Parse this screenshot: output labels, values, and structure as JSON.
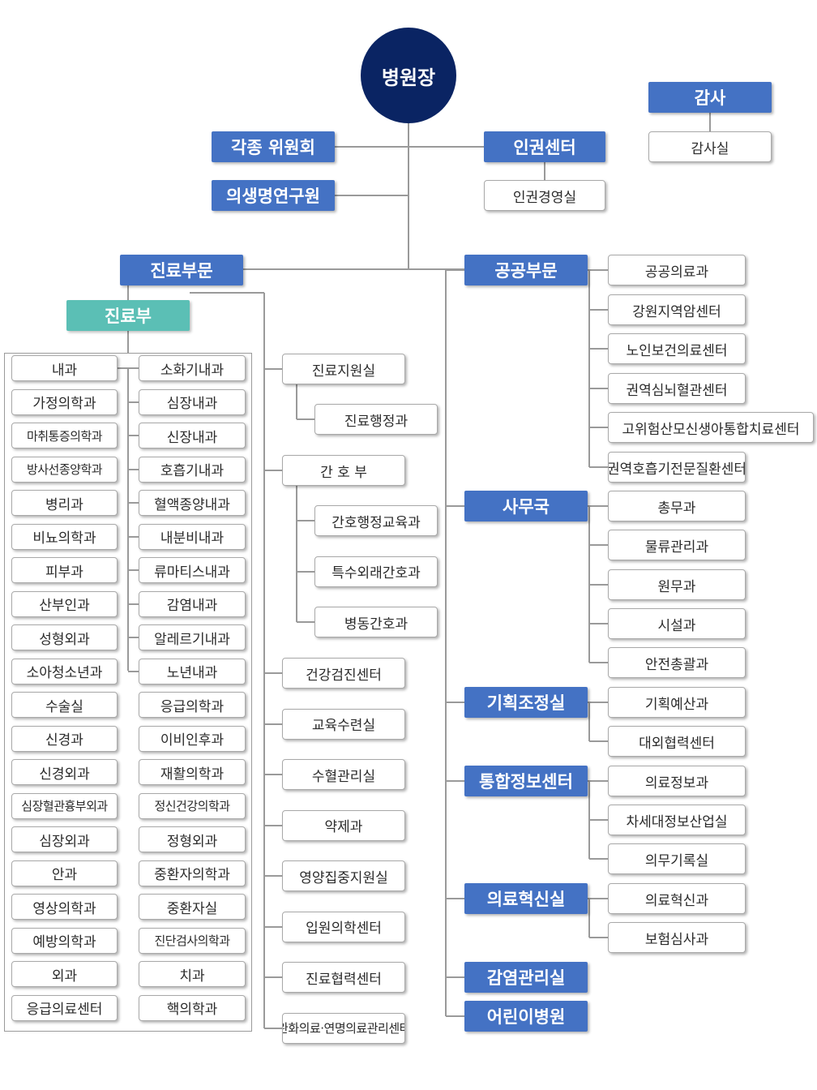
{
  "top": {
    "director": "병원장",
    "committees": "각종 위원회",
    "bioethics": "의생명연구원",
    "human_rights_center": "인권센터",
    "human_rights_office": "인권경영실",
    "audit": "감사",
    "audit_office": "감사실"
  },
  "medical": {
    "division": "진료부문",
    "department": "진료부",
    "left_column": [
      "내과",
      "가정의학과",
      "마취통증의학과",
      "방사선종양학과",
      "병리과",
      "비뇨의학과",
      "피부과",
      "산부인과",
      "성형외과",
      "소아청소년과",
      "수술실",
      "신경과",
      "신경외과",
      "심장혈관흉부외과",
      "심장외과",
      "안과",
      "영상의학과",
      "예방의학과",
      "외과",
      "응급의료센터"
    ],
    "right_column": [
      "소화기내과",
      "심장내과",
      "신장내과",
      "호흡기내과",
      "혈액종양내과",
      "내분비내과",
      "류마티스내과",
      "감염내과",
      "알레르기내과",
      "노년내과",
      "응급의학과",
      "이비인후과",
      "재활의학과",
      "정신건강의학과",
      "정형외과",
      "중환자의학과",
      "중환자실",
      "진단검사의학과",
      "치과",
      "핵의학과"
    ],
    "support": {
      "office": "진료지원실",
      "admin": "진료행정과"
    },
    "nursing": {
      "dept": "간 호 부",
      "subs": [
        "간호행정교육과",
        "특수외래간호과",
        "병동간호과"
      ]
    },
    "others": [
      "건강검진센터",
      "교육수련실",
      "수혈관리실",
      "약제과",
      "영양집중지원실",
      "입원의학센터",
      "진료협력센터",
      "완화의료·연명의료관리센터"
    ]
  },
  "public": {
    "division": "공공부문",
    "units": [
      "공공의료과",
      "강원지역암센터",
      "노인보건의료센터",
      "권역심뇌혈관센터",
      "고위험산모신생아통합치료센터",
      "권역호흡기전문질환센터"
    ]
  },
  "admin_bureau": {
    "division": "사무국",
    "units": [
      "총무과",
      "물류관리과",
      "원무과",
      "시설과",
      "안전총괄과"
    ]
  },
  "planning": {
    "division": "기획조정실",
    "units": [
      "기획예산과",
      "대외협력센터"
    ]
  },
  "it_center": {
    "division": "통합정보센터",
    "units": [
      "의료정보과",
      "차세대정보산업실",
      "의무기록실"
    ]
  },
  "innovation": {
    "division": "의료혁신실",
    "units": [
      "의료혁신과",
      "보험심사과"
    ]
  },
  "infection": {
    "division": "감염관리실"
  },
  "children": {
    "division": "어린이병원"
  },
  "colors": {
    "navy": "#0a2463",
    "blue": "#4472c4",
    "teal": "#5bbfb5",
    "line": "#9a9a9a"
  }
}
